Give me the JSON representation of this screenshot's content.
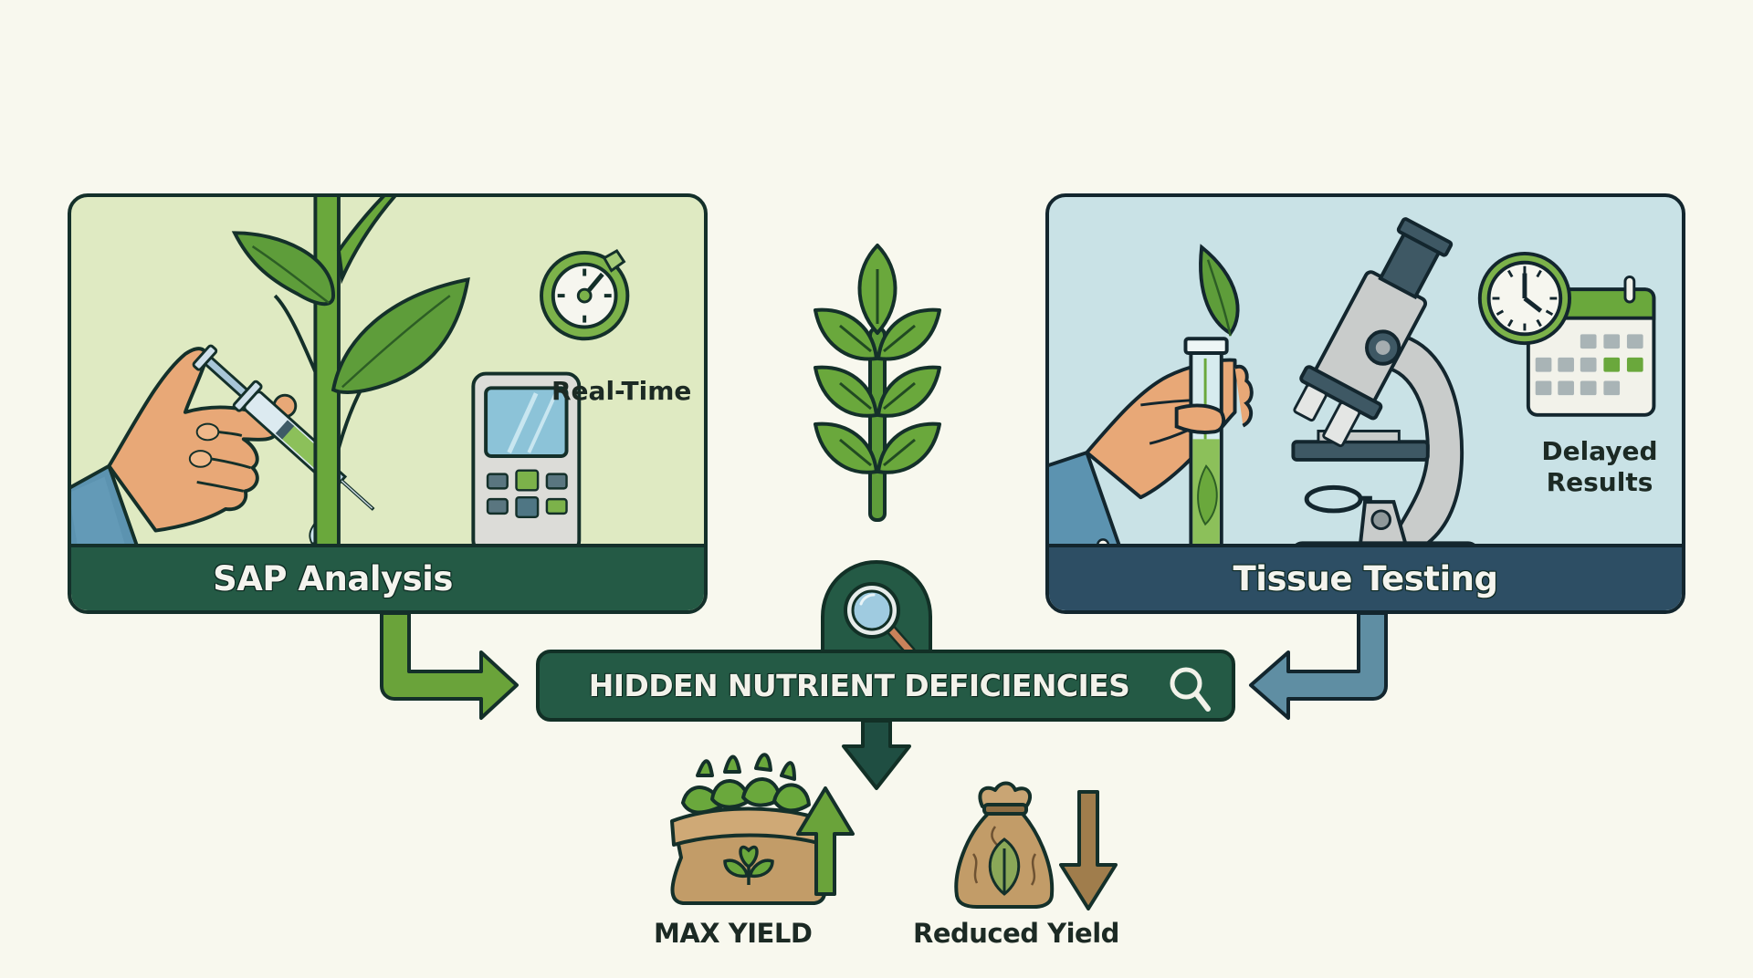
{
  "diagram": {
    "left_panel": {
      "title": "SAP Analysis",
      "annotation": "Real-Time",
      "annotation_icon": "stopwatch-icon",
      "illustration": [
        "hand-icon",
        "syringe-icon",
        "plant-stem-icon",
        "handheld-meter-icon"
      ],
      "background": "#dfeac2",
      "strip_color": "#245a45"
    },
    "right_panel": {
      "title": "Tissue Testing",
      "annotation_line1": "Delayed",
      "annotation_line2": "Results",
      "annotation_icon": "clock-calendar-icon",
      "illustration": [
        "hand-icon",
        "test-tube-leaf-icon",
        "microscope-icon"
      ],
      "background": "#c9e2e6",
      "strip_color": "#2d4e64"
    },
    "center_icon": "fern-branch-icon",
    "banner": {
      "text": "HIDDEN NUTRIENT DEFICIENCIES",
      "icons": [
        "magnifier-icon",
        "search-icon"
      ],
      "color": "#245a45"
    },
    "connectors": [
      {
        "from": "SAP Analysis",
        "to": "HIDDEN NUTRIENT DEFICIENCIES",
        "color": "#6aa33a"
      },
      {
        "from": "Tissue Testing",
        "to": "HIDDEN NUTRIENT DEFICIENCIES",
        "color": "#5f8ea3"
      },
      {
        "from": "HIDDEN NUTRIENT DEFICIENCIES",
        "to": "outcomes",
        "color": "#1f4e42"
      }
    ],
    "outcomes": [
      {
        "label": "MAX YIELD",
        "icon": "full-sack-plants-icon",
        "trend": "up",
        "arrow_color": "#6aa33a"
      },
      {
        "label": "Reduced Yield",
        "icon": "tied-sack-icon",
        "trend": "down",
        "arrow_color": "#a07d4c"
      }
    ],
    "colors": {
      "page_bg": "#f8f8ee",
      "outline": "#14302a",
      "leaf_green": "#5e9d3a",
      "skin": "#e8a877",
      "sleeve": "#5c93b0",
      "sack": "#c29c68"
    }
  }
}
